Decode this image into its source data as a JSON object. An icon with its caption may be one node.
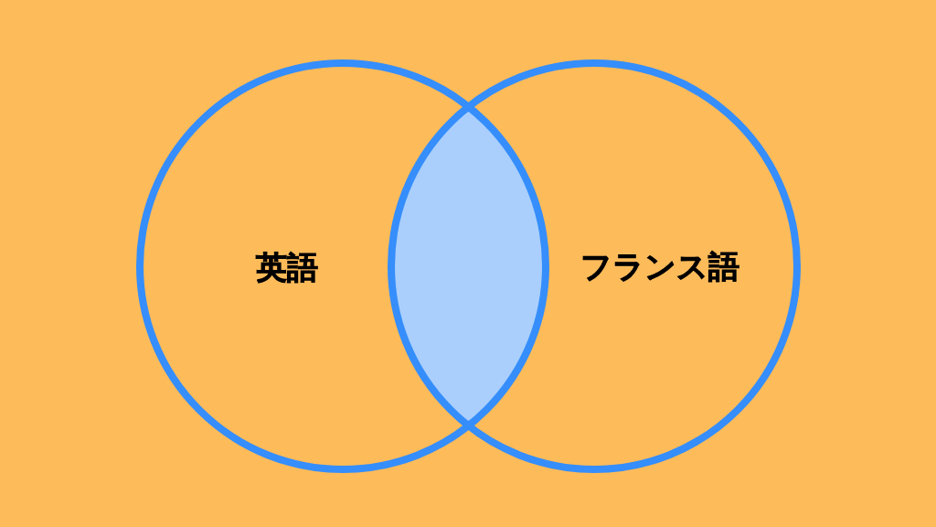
{
  "diagram": {
    "nodes": [
      {
        "text": [
          "英語"
        ]
      },
      {
        "text": [],
        "shape": "lens"
      },
      {
        "text": [
          "フランス語"
        ]
      }
    ]
  }
}
